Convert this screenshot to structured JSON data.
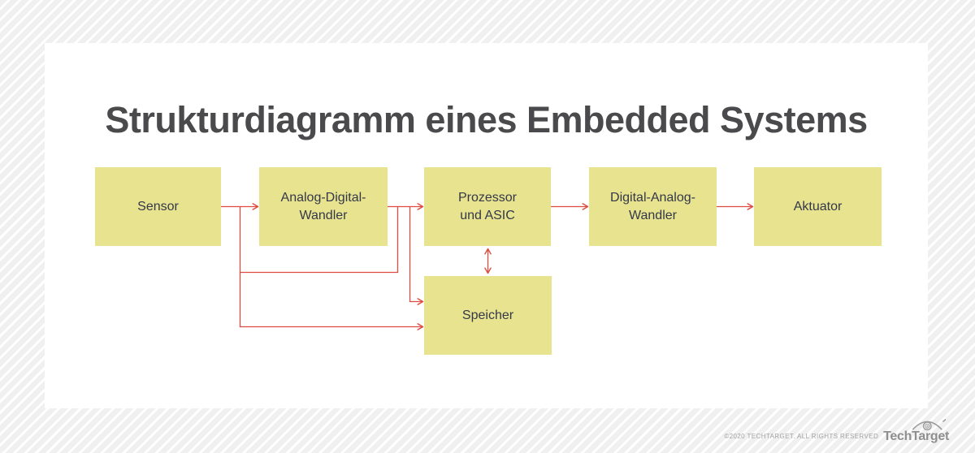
{
  "page": {
    "title": "Strukturdiagramm eines Embedded Systems"
  },
  "diagram": {
    "boxes": [
      {
        "id": "sensor",
        "label": "Sensor"
      },
      {
        "id": "analog-digital-wandler",
        "label": "Analog-Digital-\nWandler"
      },
      {
        "id": "prozessor-und-asic",
        "label": "Prozessor\nund ASIC"
      },
      {
        "id": "digital-analog-wandler",
        "label": "Digital-Analog-\nWandler"
      },
      {
        "id": "aktuator",
        "label": "Aktuator"
      },
      {
        "id": "speicher",
        "label": "Speicher"
      }
    ],
    "connections": [
      {
        "from": "sensor",
        "to": "analog-digital-wandler",
        "style": "arrow"
      },
      {
        "from": "analog-digital-wandler",
        "to": "prozessor-und-asic",
        "style": "arrow"
      },
      {
        "from": "prozessor-und-asic",
        "to": "digital-analog-wandler",
        "style": "arrow"
      },
      {
        "from": "digital-analog-wandler",
        "to": "aktuator",
        "style": "arrow"
      },
      {
        "from": "sensor",
        "to": "speicher",
        "style": "arrow"
      },
      {
        "from": "analog-digital-wandler",
        "to": "speicher",
        "style": "arrow"
      },
      {
        "from": "sensor",
        "to": "prozessor-und-asic",
        "style": "line"
      },
      {
        "from": "prozessor-und-asic",
        "to": "speicher",
        "style": "double-arrow"
      }
    ]
  },
  "colors": {
    "arrow_red": "#df4b41",
    "box_fill": "#e7e38e",
    "box_text": "#34384a",
    "title_gray": "#4a4a4d",
    "card_white": "#ffffff",
    "background_gray": "#f0f0f0",
    "footer_text_gray": "#a2a2a2",
    "logo_gray": "#8f8f8f"
  },
  "footer": {
    "copyright": "©2020 TECHTARGET. ALL RIGHTS RESERVED",
    "logo_text": "TechTarget",
    "logo_icon": "eye-target-icon"
  }
}
